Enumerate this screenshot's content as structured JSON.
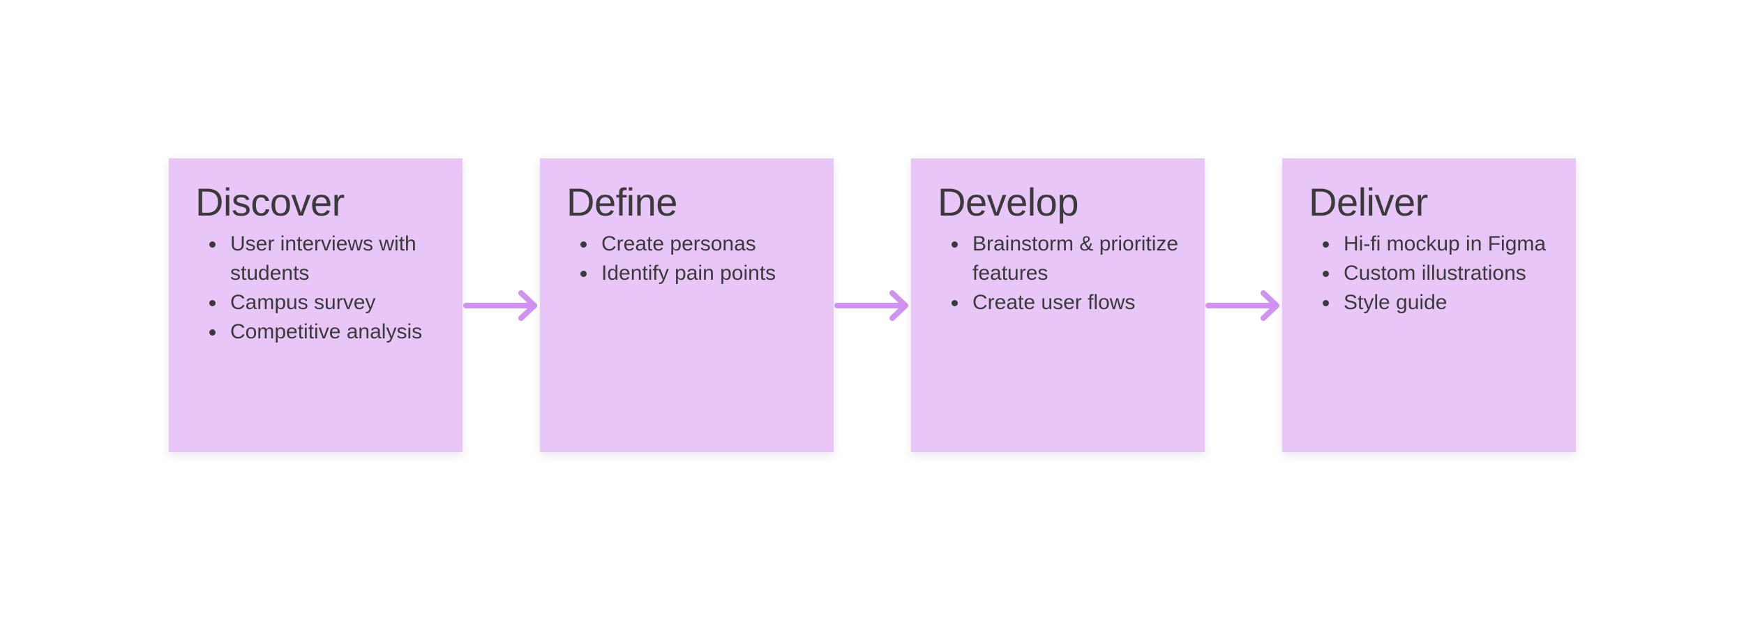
{
  "canvas": {
    "background": "#ffffff"
  },
  "colors": {
    "card_fill": "#e9c6f8",
    "arrow": "#cf92f0",
    "text": "#3a3a3a"
  },
  "diagram": {
    "stages": [
      {
        "title": "Discover",
        "bullets": [
          "User interviews with students",
          "Campus survey",
          "Competitive analysis"
        ]
      },
      {
        "title": "Define",
        "bullets": [
          "Create personas",
          "Identify pain points"
        ]
      },
      {
        "title": "Develop",
        "bullets": [
          "Brainstorm & prioritize features",
          "Create user flows"
        ]
      },
      {
        "title": "Deliver",
        "bullets": [
          "Hi-fi mockup in Figma",
          "Custom illustrations",
          "Style guide"
        ]
      }
    ]
  }
}
